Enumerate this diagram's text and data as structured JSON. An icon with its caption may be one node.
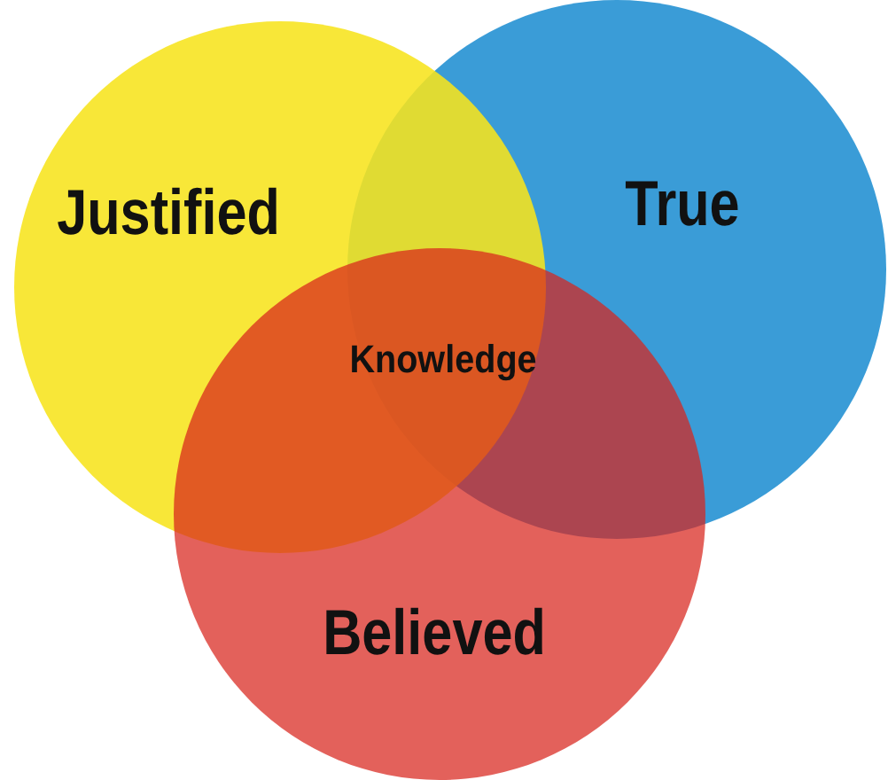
{
  "diagram": {
    "nodes": [
      {
        "text": [
          "Justified"
        ]
      },
      {
        "text": [
          "True"
        ]
      },
      {
        "text": [
          "Believed"
        ]
      }
    ],
    "labels": [
      "Knowledge"
    ]
  }
}
